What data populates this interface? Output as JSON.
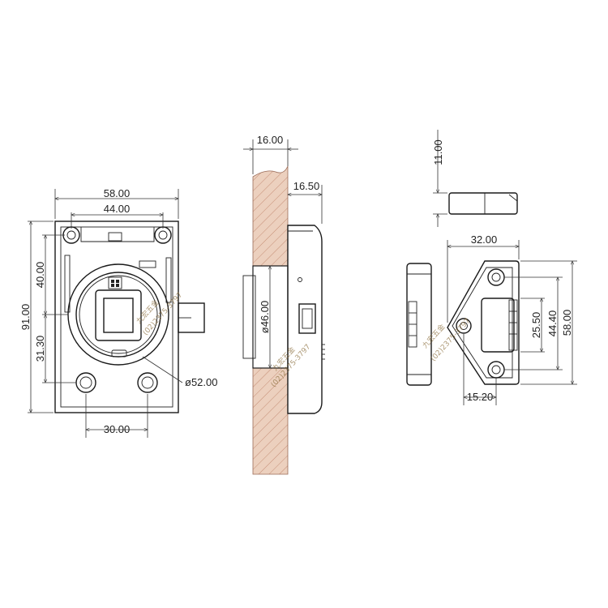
{
  "drawing": {
    "front_view": {
      "dim_width_total": "58.00",
      "dim_width_inner": "44.00",
      "dim_height_total": "91.00",
      "dim_height_upper": "40.00",
      "dim_height_lower": "31.30",
      "dim_hole_spacing": "30.00",
      "dim_ring_diameter": "ø52.00"
    },
    "side_view": {
      "dim_panel_thickness": "16.00",
      "dim_body_depth": "16.50",
      "dim_cutout_diameter": "ø46.00"
    },
    "strike_view": {
      "dim_strike_height": "11.00",
      "dim_strike_width": "32.00",
      "dim_slot_height": "25.50",
      "dim_hole_spacing": "44.40",
      "dim_total_height": "58.00",
      "dim_offset": "15.20"
    },
    "watermark": {
      "brand": "九宏五金",
      "phone": "(02)2375-3797"
    },
    "colors": {
      "wood": "#e9c8b4",
      "wood_hatch": "#c9907a",
      "line": "#1a1a1a"
    }
  }
}
